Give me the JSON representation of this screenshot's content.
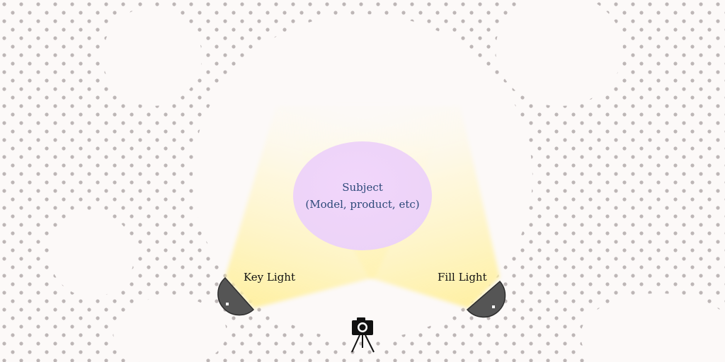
{
  "diagram": {
    "subject": {
      "title": "Subject",
      "subtitle": "(Model, product, etc)"
    },
    "key_light": {
      "label": "Key Light"
    },
    "fill_light": {
      "label": "Fill Light"
    },
    "camera": {
      "icon": "camera-on-tripod-icon"
    }
  },
  "colors": {
    "background": "#fcf9f8",
    "dots": "#bdb6b6",
    "subject_fill": "#efd5fb",
    "subject_text": "#2e4a7a",
    "beam": "#fff3b0",
    "light_body": "#555555",
    "label_text": "#111111",
    "camera": "#111111"
  }
}
